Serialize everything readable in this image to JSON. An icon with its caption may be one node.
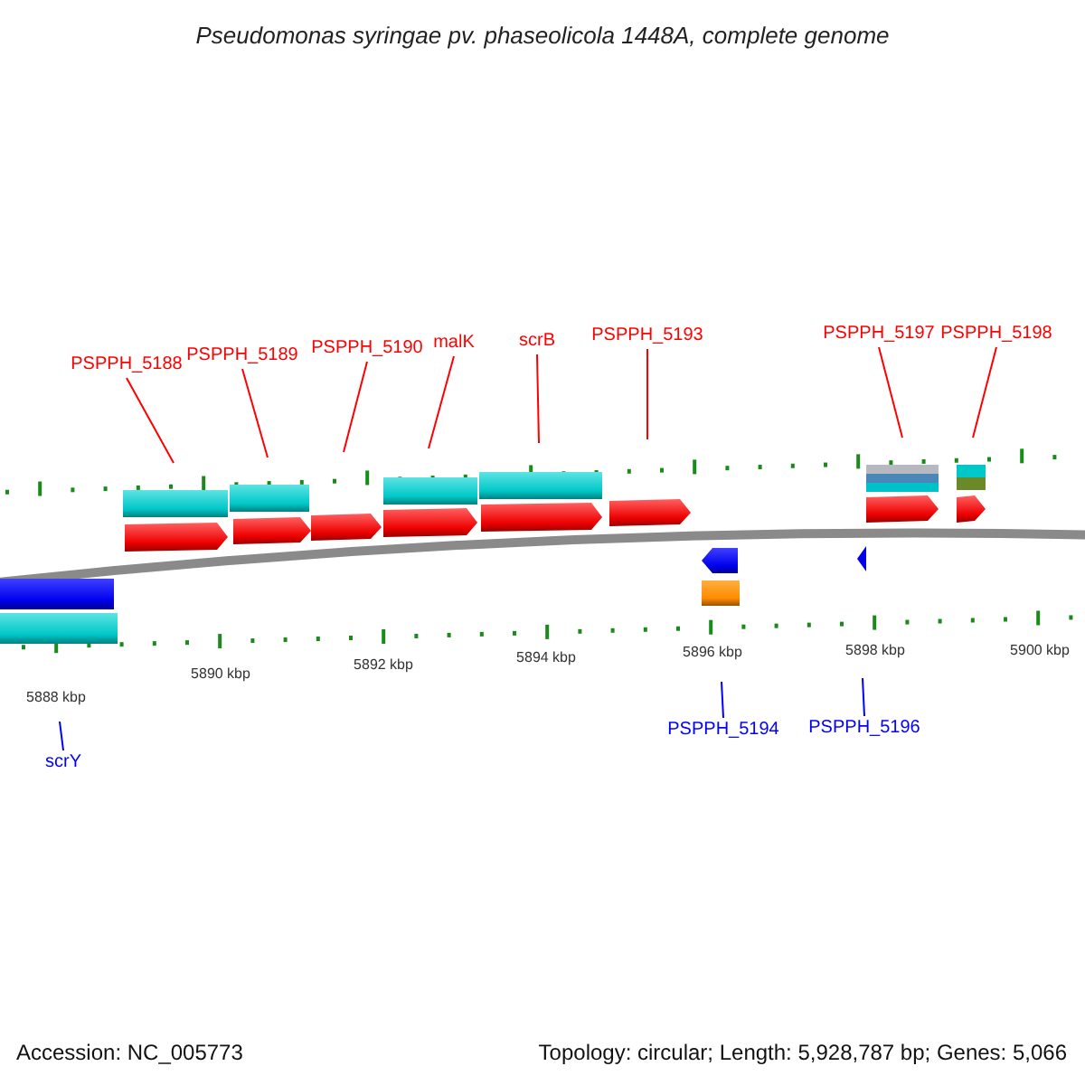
{
  "diagram": {
    "title": "Pseudomonas syringae pv. phaseolicola 1448A, complete genome",
    "nodes": [
      {
        "text": [
          "PSPPH_5188"
        ]
      },
      {
        "text": [
          "PSPPH_5189"
        ]
      },
      {
        "text": [
          "PSPPH_5190"
        ]
      },
      {
        "text": [
          "malK"
        ]
      },
      {
        "text": [
          "scrB"
        ]
      },
      {
        "text": [
          "PSPPH_5193"
        ]
      },
      {
        "text": [
          "PSPPH_5197"
        ]
      },
      {
        "text": [
          "PSPPH_5198"
        ]
      },
      {
        "text": [
          "scrY"
        ]
      },
      {
        "text": [
          "PSPPH_5194"
        ]
      },
      {
        "text": [
          "PSPPH_5196"
        ]
      }
    ],
    "edges": [
      {
        "from": 0,
        "to": null,
        "arrow": "none"
      },
      {
        "from": 1,
        "to": null,
        "arrow": "none"
      },
      {
        "from": 2,
        "to": null,
        "arrow": "none"
      },
      {
        "from": 3,
        "to": null,
        "arrow": "none"
      },
      {
        "from": 4,
        "to": null,
        "arrow": "none"
      },
      {
        "from": 5,
        "to": null,
        "arrow": "none"
      },
      {
        "from": 6,
        "to": null,
        "arrow": "none"
      },
      {
        "from": 7,
        "to": null,
        "arrow": "none"
      },
      {
        "from": 8,
        "to": null,
        "arrow": "none",
        "color": "#0000ff"
      },
      {
        "from": 9,
        "to": null,
        "arrow": "none",
        "color": "#0000ff"
      },
      {
        "from": 10,
        "to": null,
        "arrow": "none",
        "color": "#0000ff"
      }
    ],
    "labels": [
      "5888 kbp",
      "5890 kbp",
      "5892 kbp",
      "5894 kbp",
      "5896 kbp",
      "5898 kbp",
      "5900 kbp",
      "Accession: NC_005773",
      "Topology: circular; Length: 5,928,787 bp; Genes: 5,066"
    ]
  }
}
